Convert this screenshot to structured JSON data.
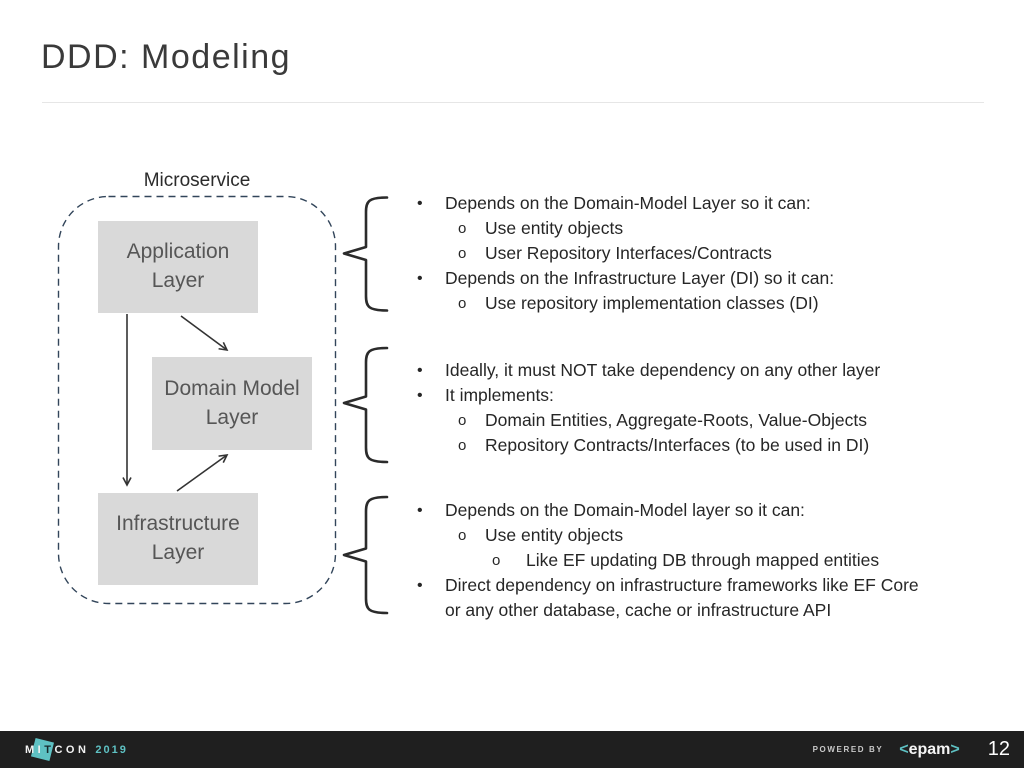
{
  "slide": {
    "title": "DDD: Modeling"
  },
  "colors": {
    "accent_teal": "#5ec1c3",
    "box_fill": "#d9d9d9",
    "dashed_border": "#32455a",
    "footer_bg": "#1f1f1f",
    "body_text": "#262626"
  },
  "bullets": {
    "l1": "•",
    "l2": "o",
    "l3": "o"
  },
  "diagram": {
    "container_label": "Microservice",
    "boxes": [
      {
        "id": "application-layer",
        "label": "Application\nLayer"
      },
      {
        "id": "domain-model-layer",
        "label": "Domain Model\nLayer"
      },
      {
        "id": "infrastructure-layer",
        "label": "Infrastructure\nLayer"
      }
    ],
    "arrows": [
      {
        "from": "application-layer",
        "to": "infrastructure-layer"
      },
      {
        "from": "application-layer",
        "to": "domain-model-layer"
      },
      {
        "from": "infrastructure-layer",
        "to": "domain-model-layer"
      }
    ]
  },
  "groups": [
    {
      "for": "application-layer",
      "items": [
        {
          "level": 1,
          "text": "Depends on the Domain-Model Layer so it can:"
        },
        {
          "level": 2,
          "text": "Use entity objects"
        },
        {
          "level": 2,
          "text": "User Repository Interfaces/Contracts"
        },
        {
          "level": 1,
          "text": "Depends on the Infrastructure Layer (DI) so it can:"
        },
        {
          "level": 2,
          "text": "Use repository implementation classes (DI)"
        }
      ]
    },
    {
      "for": "domain-model-layer",
      "items": [
        {
          "level": 1,
          "text": "Ideally, it must NOT take dependency on any other layer"
        },
        {
          "level": 1,
          "text": "It implements:"
        },
        {
          "level": 2,
          "text": "Domain Entities, Aggregate-Roots, Value-Objects"
        },
        {
          "level": 2,
          "text": "Repository Contracts/Interfaces (to be used in DI)"
        }
      ]
    },
    {
      "for": "infrastructure-layer",
      "items": [
        {
          "level": 1,
          "text": "Depends on the Domain-Model layer so it can:"
        },
        {
          "level": 2,
          "text": "Use entity objects"
        },
        {
          "level": 3,
          "text": "Like EF updating DB through mapped entities"
        },
        {
          "level": 1,
          "text": "Direct dependency on infrastructure frameworks like EF Core or any other database, cache or infrastructure API"
        }
      ]
    }
  ],
  "footer": {
    "logo_m": "M",
    "logo_i": "I",
    "logo_t": "T",
    "logo_con": "CON",
    "logo_year": "2019",
    "powered_by": "POWERED BY",
    "epam_left": "<",
    "epam_word": "epam",
    "epam_right": ">",
    "page_number": "12"
  }
}
